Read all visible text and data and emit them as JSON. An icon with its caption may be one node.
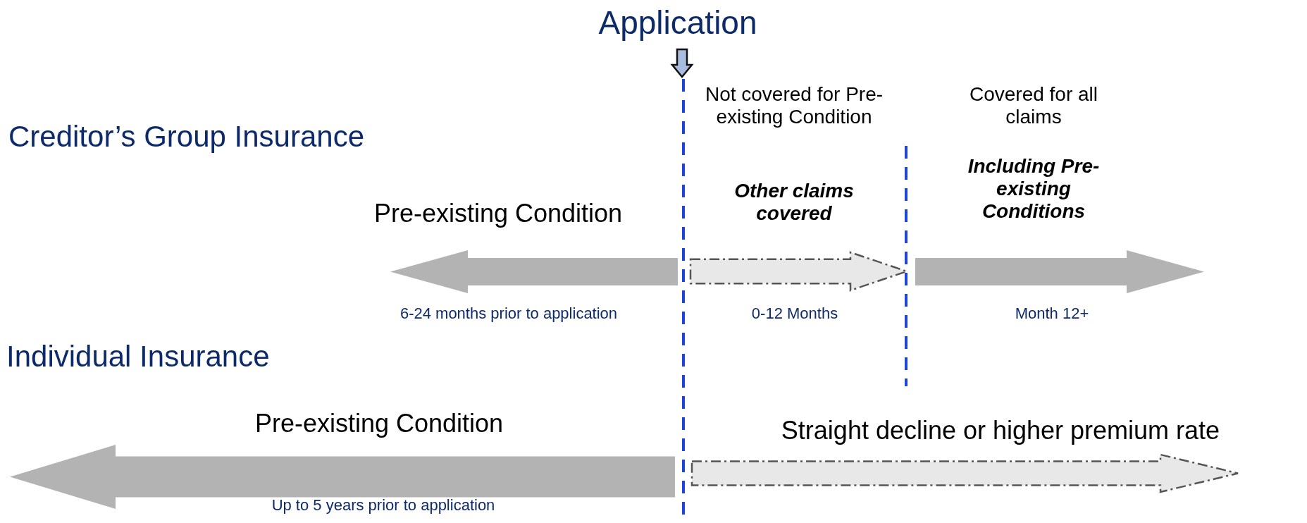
{
  "diagram": {
    "title": "Application",
    "labels": [
      "Creditor’s Group Insurance",
      "Not covered for Pre-existing Condition",
      "Other claims covered",
      "Covered for all claims",
      "Including Pre-existing Conditions",
      "Pre-existing Condition",
      "6-24 months prior to application",
      "0-12 Months",
      "Month 12+",
      "Individual Insurance",
      "Pre-existing Condition",
      "Straight decline or higher premium rate",
      "Up to 5 years prior to application"
    ]
  }
}
